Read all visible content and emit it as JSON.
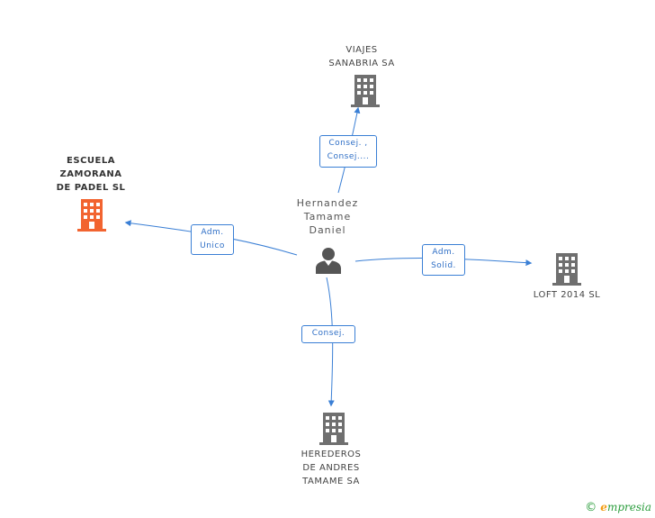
{
  "person": {
    "name": "Hernandez\nTamame\nDaniel",
    "icon": "person-icon"
  },
  "companies": [
    {
      "key": "viajes",
      "label": "VIAJES\nSANABRIA SA",
      "color": "#6f6f6f",
      "main": false
    },
    {
      "key": "escuela",
      "label": "ESCUELA\nZAMORANA\nDE PADEL  SL",
      "color": "#f26430",
      "main": true
    },
    {
      "key": "loft",
      "label": "LOFT 2014  SL",
      "color": "#6f6f6f",
      "main": false
    },
    {
      "key": "herederos",
      "label": "HEREDEROS\nDE ANDRES\nTAMAME SA",
      "color": "#6f6f6f",
      "main": false
    }
  ],
  "relations": [
    {
      "key": "viajes",
      "role": "Consej. ,\nConsej...."
    },
    {
      "key": "escuela",
      "role": "Adm.\nUnico"
    },
    {
      "key": "loft",
      "role": "Adm.\nSolid."
    },
    {
      "key": "herederos",
      "role": "Consej."
    }
  ],
  "colors": {
    "edge": "#3a7fd5",
    "person": "#555555"
  },
  "watermark": {
    "symbol": "©",
    "brand_first": "e",
    "brand_rest": "mpresia"
  }
}
